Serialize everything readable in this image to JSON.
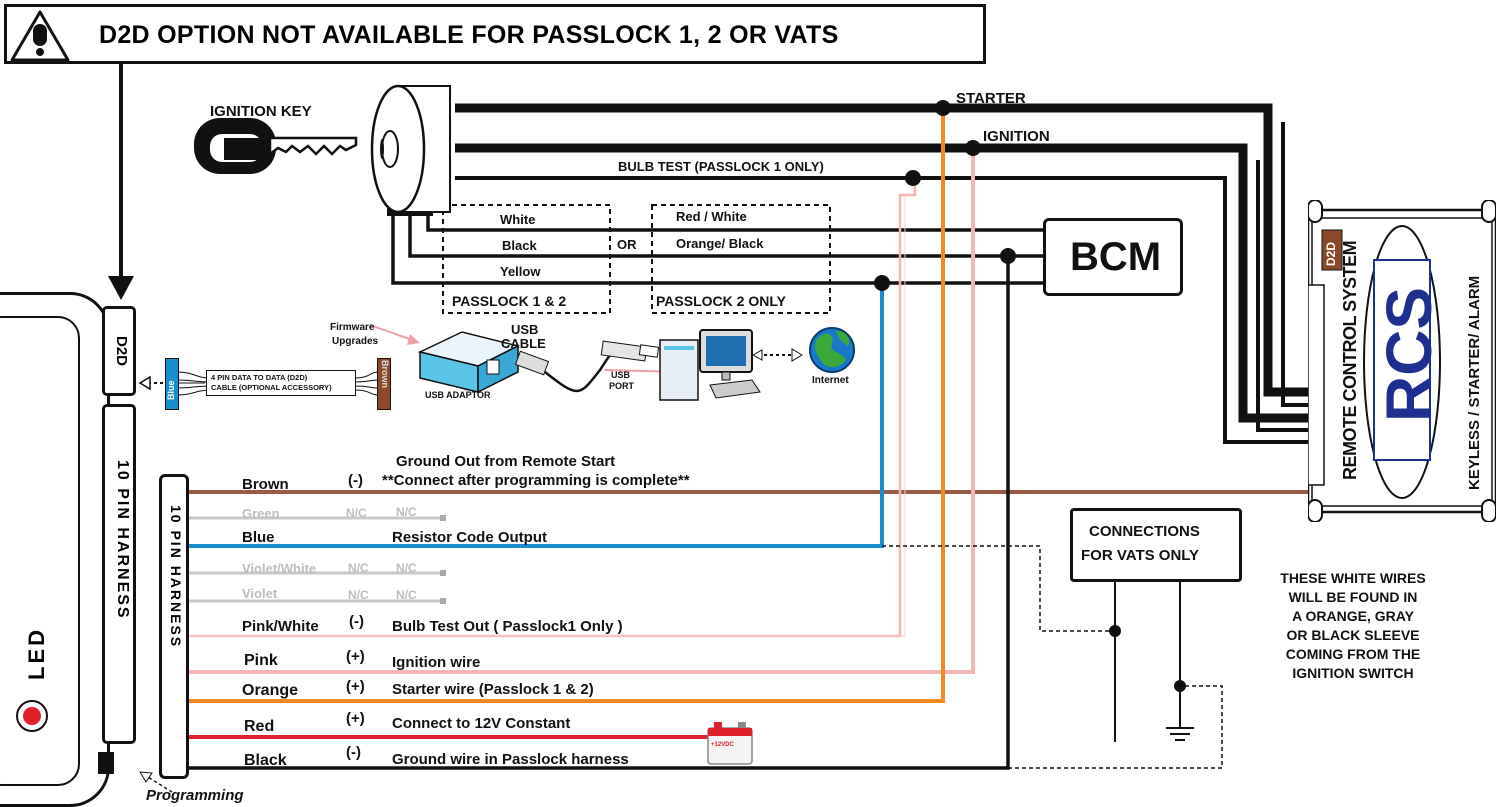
{
  "banner": {
    "title": "D2D OPTION NOT AVAILABLE FOR PASSLOCK 1, 2 OR VATS"
  },
  "ignition": {
    "key_label": "IGNITION KEY"
  },
  "top_wires": {
    "starter": "STARTER",
    "ignition": "IGNITION",
    "bulb_test": "BULB TEST (PASSLOCK 1 ONLY)"
  },
  "passlock": {
    "left": [
      "White",
      "Black",
      "Yellow"
    ],
    "or_label": "OR",
    "right": [
      "Red / White",
      "Orange/ Black"
    ],
    "left_caption": "PASSLOCK 1 & 2",
    "right_caption": "PASSLOCK 2 ONLY"
  },
  "bcm": {
    "label": "BCM"
  },
  "module": {
    "d2d": "D2D",
    "harness": "10 PIN HARNESS",
    "led": "LED",
    "programming": "Programming"
  },
  "d2d_cable": {
    "label_line1": "4 PIN DATA TO DATA (D2D)",
    "label_line2": "CABLE (OPTIONAL ACCESSORY)",
    "blue": "Blue",
    "brown": "Brown"
  },
  "usb": {
    "firmware_line1": "Firmware",
    "firmware_line2": "Upgrades",
    "adaptor": "USB ADAPTOR",
    "cable_line1": "USB",
    "cable_line2": "CABLE",
    "port_line1": "USB",
    "port_line2": "PORT",
    "internet": "Internet"
  },
  "harness_connector": {
    "label": "10 PIN HARNESS"
  },
  "harness_wires": [
    {
      "color": "Brown",
      "polarity": "(-)",
      "desc_line1": "Ground Out from Remote Start",
      "desc": "**Connect after programming is complete**",
      "wire": "#9b5a43"
    },
    {
      "color": "Green",
      "polarity": "N/C",
      "desc": "N/C",
      "wire": "#bdbdbd"
    },
    {
      "color": "Blue",
      "polarity": "",
      "desc": "Resistor Code Output",
      "wire": "#1a8cd0"
    },
    {
      "color": "Violet/White",
      "polarity": "N/C",
      "desc": "N/C",
      "wire": "#bdbdbd"
    },
    {
      "color": "Violet",
      "polarity": "N/C",
      "desc": "N/C",
      "wire": "#bdbdbd"
    },
    {
      "color": "Pink/White",
      "polarity": "(-)",
      "desc": "Bulb Test Out  ( Passlock1 Only )",
      "wire": "#f5b5b5"
    },
    {
      "color": "Pink",
      "polarity": "(+)",
      "desc": "Ignition wire",
      "wire": "#f5b5b5"
    },
    {
      "color": "Orange",
      "polarity": "(+)",
      "desc": "Starter wire (Passlock 1 & 2)",
      "wire": "#f08a24"
    },
    {
      "color": "Red",
      "polarity": "(+)",
      "desc": "Connect to 12V Constant",
      "wire": "#e0202a"
    },
    {
      "color": "Black",
      "polarity": "(-)",
      "desc": "Ground  wire in Passlock harness",
      "wire": "#111111"
    }
  ],
  "battery": {
    "label": "+12VDC"
  },
  "vats": {
    "line1": "CONNECTIONS",
    "line2": "FOR VATS ONLY"
  },
  "note": {
    "lines": [
      "THESE WHITE WIRES",
      "WILL BE FOUND IN",
      "A ORANGE, GRAY",
      "OR BLACK SLEEVE",
      "COMING FROM THE",
      "IGNITION SWITCH"
    ]
  },
  "rcs": {
    "d2d": "D2D",
    "system": "REMOTE CONTROL SYSTEM",
    "logo": "RCS",
    "tagline": "KEYLESS / STARTER/ ALARM"
  },
  "colors": {
    "brown": "#9b5a43",
    "blue": "#1a8cd0",
    "pink": "#f5b5b5",
    "orange": "#f08a24",
    "red": "#e0202a",
    "gray": "#bdbdbd",
    "navy": "#1f2f8f"
  }
}
